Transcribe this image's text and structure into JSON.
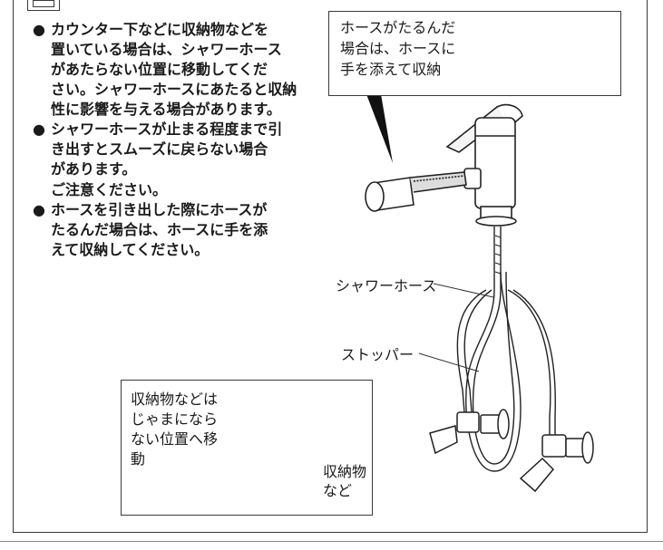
{
  "notes": [
    {
      "bullet": "●",
      "lines": [
        "カウンター下などに収納物などを",
        "置いている場合は、シャワーホース",
        "があたらない位置に移動してくだ",
        "さい。シャワーホースにあたると収納",
        "性に影響を与える場合があります。"
      ]
    },
    {
      "bullet": "●",
      "lines": [
        "シャワーホースが止まる程度まで引",
        "き出すとスムーズに戻らない場合",
        "があります。"
      ],
      "extra": "ご注意ください。"
    },
    {
      "bullet": "●",
      "lines": [
        "ホースを引き出した際にホースが",
        "たるんだ場合は、ホースに手を添",
        "えて収納してください。"
      ]
    }
  ],
  "callout": {
    "lines": [
      "ホースがたるんだ",
      "場合は、ホースに",
      "手を添えて収納"
    ]
  },
  "labels": {
    "shower_hose": "シャワーホース",
    "stopper": "ストッパー"
  },
  "storage": {
    "lines": [
      "収納物などは",
      "じゃまになら",
      "ない位置へ移",
      "動"
    ],
    "item_lines": [
      "収納物",
      "など"
    ]
  }
}
